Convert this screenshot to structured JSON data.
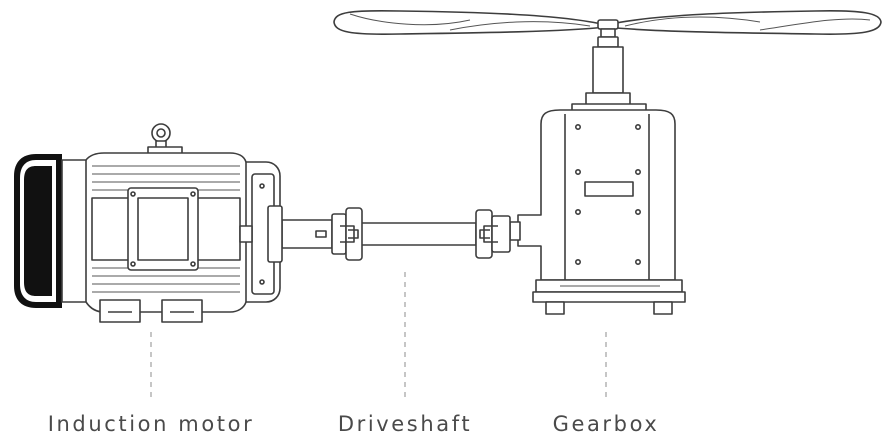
{
  "labels": {
    "motor": "Induction motor",
    "driveshaft": "Driveshaft",
    "gearbox": "Gearbox"
  },
  "colors": {
    "line": "#3d3d3d",
    "leader": "#a8a8a8",
    "label_text": "#4a4a4a",
    "motor_end_cap": "#111111"
  }
}
